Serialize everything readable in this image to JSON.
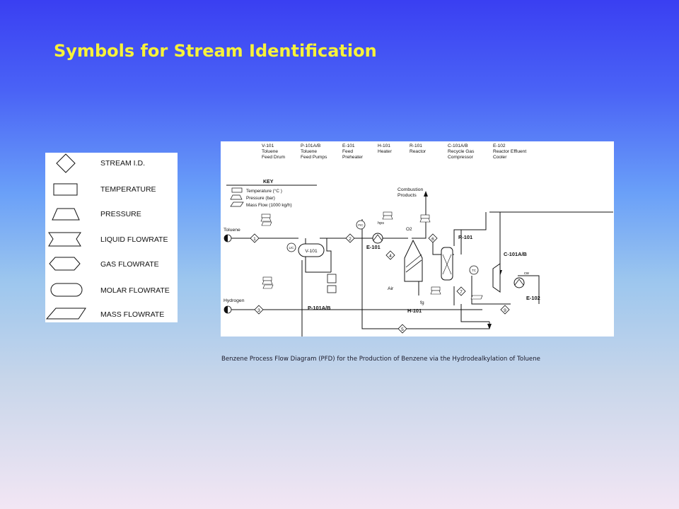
{
  "slide": {
    "title": "Symbols for Stream Identification",
    "caption": "Benzene Process Flow Diagram (PFD) for the Production of Benzene via the Hydrodealkylation of Toluene"
  },
  "legend": {
    "items": [
      {
        "label": "STREAM I.D.",
        "shape": "diamond"
      },
      {
        "label": "TEMPERATURE",
        "shape": "rectangle"
      },
      {
        "label": "PRESSURE",
        "shape": "trapezoid"
      },
      {
        "label": "LIQUID FLOWRATE",
        "shape": "bowtie"
      },
      {
        "label": "GAS FLOWRATE",
        "shape": "hexagon"
      },
      {
        "label": "MOLAR FLOWRATE",
        "shape": "rounded-rectangle"
      },
      {
        "label": "MASS FLOWRATE",
        "shape": "parallelogram"
      }
    ]
  },
  "pfd": {
    "equipment": [
      {
        "tag": "V-101",
        "line1": "Toluene",
        "line2": "Feed Drum"
      },
      {
        "tag": "P-101A/B",
        "line1": "Toluene",
        "line2": "Feed Pumps"
      },
      {
        "tag": "E-101",
        "line1": "Feed",
        "line2": "Preheater"
      },
      {
        "tag": "H-101",
        "line1": "Heater",
        "line2": ""
      },
      {
        "tag": "R-101",
        "line1": "Reactor",
        "line2": ""
      },
      {
        "tag": "C-101A/B",
        "line1": "Recycle Gas",
        "line2": "Compressor"
      },
      {
        "tag": "E-102",
        "line1": "Reactor Effluent",
        "line2": "Cooler"
      }
    ],
    "key": {
      "title": "KEY",
      "temperature": "Temperature (°C )",
      "pressure": "Pressure (bar)",
      "mass_flow": "Mass Flow (1000 kg/h)"
    },
    "labels": {
      "toluene": "Toluene",
      "hydrogen": "Hydrogen",
      "combustion_line1": "Combustion",
      "combustion_line2": "Products",
      "air": "Air",
      "fg": "fg",
      "hps": "hps",
      "o2": "O2",
      "cw": "cw",
      "lic": "LIC",
      "fic": "FIC",
      "tc": "TC"
    },
    "tags": {
      "v101": "V-101",
      "e101": "E-101",
      "h101": "H-101",
      "r101": "R-101",
      "p101": "P-101A/B",
      "c101": "C-101A/B",
      "e102": "E-102"
    },
    "streams": [
      "1",
      "2",
      "3",
      "4",
      "5",
      "6",
      "7",
      "9"
    ]
  }
}
